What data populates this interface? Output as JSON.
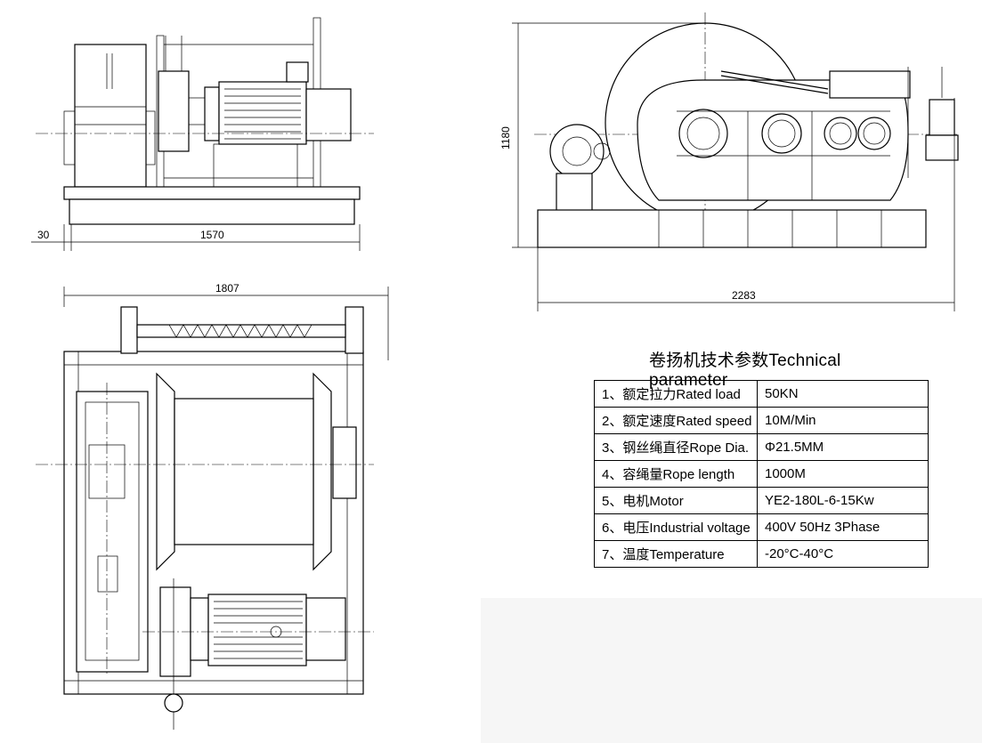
{
  "dimensions": {
    "offset": "30",
    "side_width": "1570",
    "plan_length": "1807",
    "height": "1180",
    "front_length": "2283"
  },
  "params_title": "卷扬机技术参数Technical parameter",
  "params": [
    {
      "label": "1、额定拉力Rated load",
      "value": "50KN"
    },
    {
      "label": "2、额定速度Rated speed",
      "value": "10M/Min"
    },
    {
      "label": "3、钢丝绳直径Rope Dia.",
      "value": "Φ21.5MM"
    },
    {
      "label": "4、容绳量Rope length",
      "value": "1000M"
    },
    {
      "label": "5、电机Motor",
      "value": "YE2-180L-6-15Kw"
    },
    {
      "label": "6、电压Industrial voltage",
      "value": "400V 50Hz 3Phase"
    },
    {
      "label": "7、温度Temperature",
      "value": "-20°C-40°C"
    }
  ]
}
